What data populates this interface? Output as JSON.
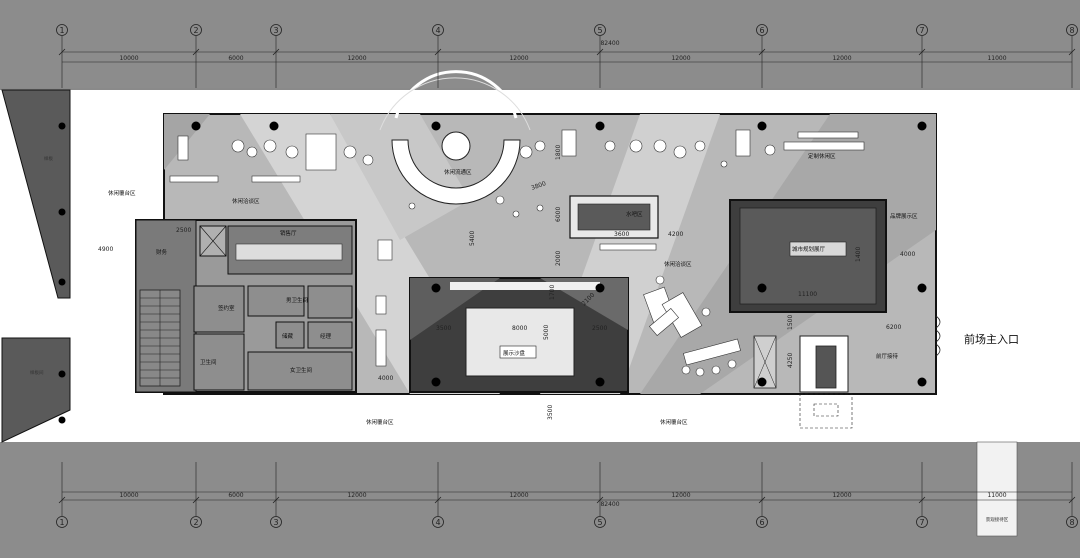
{
  "axes": [
    "1",
    "2",
    "3",
    "4",
    "5",
    "6",
    "7",
    "8"
  ],
  "top_dims": [
    "10000",
    "6000",
    "12000",
    "12000",
    "12000",
    "12000",
    "11000"
  ],
  "top_total": "82400",
  "bottom_dims": [
    "10000",
    "6000",
    "12000",
    "12000",
    "12000",
    "12000",
    "11000"
  ],
  "bottom_total": "82400",
  "bottom_right_dim": "11000",
  "rooms": {
    "leisure_seating_left": "休闲覆台区",
    "leisure_stroll": "休闲洽谈区",
    "leisure_flow": "休闲流通区",
    "custom_leisure": "定制休闲区",
    "bar_area": "水吧区",
    "product_display": "品牌展示区",
    "city_hall": "城市规划展厅",
    "sand_table": "展示沙盘",
    "leisure_talk": "休闲洽谈区",
    "reception": "前厅接待",
    "office": "销售厅",
    "vip": "签约室",
    "restroom": "卫生间",
    "mens": "男卫生间",
    "womens": "女卫生间",
    "store": "储藏",
    "manager": "经理",
    "finance": "财务",
    "leisure_bottom_left": "休闲覆台区",
    "leisure_bottom_right": "休闲覆台区",
    "left_block_top": "样板",
    "left_block_bottom": "样板间"
  },
  "inner_dims": {
    "d2500a": "2500",
    "d4900": "4900",
    "d4000_left": "4000",
    "d8000": "8000",
    "d3500": "3500",
    "d5000": "5000",
    "d1700": "1700",
    "d2100": "2100",
    "d2500b": "2500",
    "d3500_center": "3500",
    "d4200": "4200",
    "d3800": "3800",
    "d1800": "1800",
    "d3600": "3600",
    "d2000": "2000",
    "d5400": "5400",
    "d6000": "6000",
    "d1400": "1400",
    "d11100": "11100",
    "d4000_right": "4000",
    "d6200": "6200",
    "d1500": "1500",
    "d4250": "4250"
  },
  "entrance_label": "前场主入口",
  "footnote": "景观接待区"
}
